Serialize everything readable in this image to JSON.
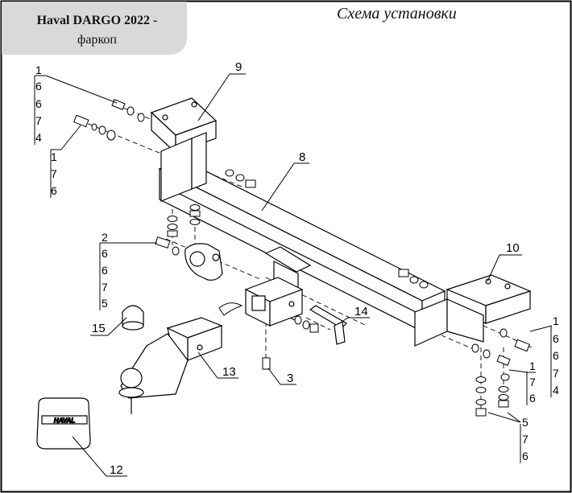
{
  "header": {
    "model_line": "Haval DARGO 2022 -",
    "product_line": "фаркоп",
    "scheme_title": "Схема установки"
  },
  "callouts": {
    "c1": "1",
    "c2": "2",
    "c3": "3",
    "c8": "8",
    "c9": "9",
    "c10": "10",
    "c12": "12",
    "c13": "13",
    "c14": "14",
    "c15": "15"
  },
  "stacks": {
    "top_left": [
      "1",
      "6",
      "6",
      "7",
      "4"
    ],
    "left_mid": [
      "1",
      "7",
      "6"
    ],
    "bracket_left": [
      "2",
      "6",
      "6",
      "7",
      "5"
    ],
    "right_top": [
      "1",
      "6",
      "6",
      "7",
      "4"
    ],
    "right_mid": [
      "1",
      "7",
      "6"
    ],
    "right_bottom": [
      "5",
      "7",
      "6"
    ]
  },
  "cover_logo": "HAVAL"
}
